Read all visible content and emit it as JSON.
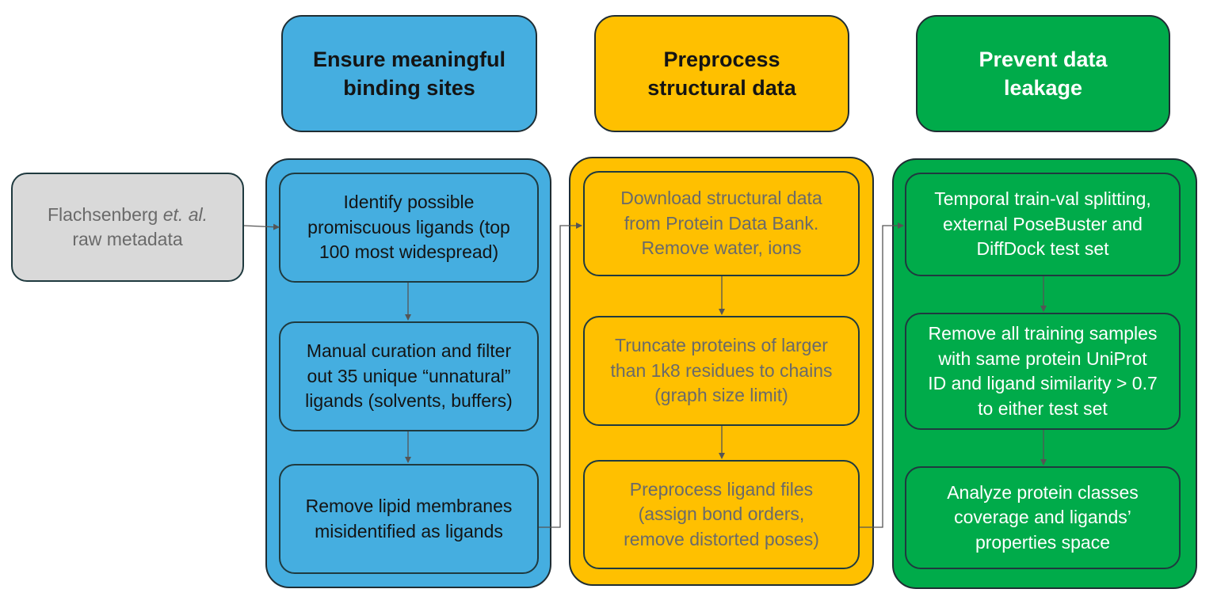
{
  "source": {
    "name_prefix": "Flachsenberg ",
    "name_italic": "et. al.",
    "line2": "raw metadata"
  },
  "columns": [
    {
      "header": [
        "Ensure meaningful",
        "binding sites"
      ],
      "color": "#45aee0",
      "steps": [
        [
          "Identify possible",
          "promiscuous ligands (top",
          "100 most widespread)"
        ],
        [
          "Manual curation and filter",
          "out 35 unique “unnatural”",
          "ligands (solvents, buffers)"
        ],
        [
          "Remove lipid membranes",
          "misidentified as ligands"
        ]
      ]
    },
    {
      "header": [
        "Preprocess",
        "structural data"
      ],
      "color": "#ffc000",
      "steps": [
        [
          "Download structural data",
          "from Protein Data Bank.",
          "Remove water, ions"
        ],
        [
          "Truncate proteins of larger",
          "than 1k8 residues to chains",
          "(graph size limit)"
        ],
        [
          "Preprocess ligand files",
          "(assign bond orders,",
          "remove distorted poses)"
        ]
      ]
    },
    {
      "header": [
        "Prevent data",
        "leakage"
      ],
      "color": "#00ab4a",
      "steps": [
        [
          "Temporal train-val splitting,",
          "external PoseBuster and",
          "DiffDock test set"
        ],
        [
          "Remove all training samples",
          "with same protein UniProt",
          "ID and ligand similarity > 0.7",
          "to either test set"
        ],
        [
          "Analyze protein classes",
          "coverage and ligands’",
          "properties space"
        ]
      ]
    }
  ]
}
